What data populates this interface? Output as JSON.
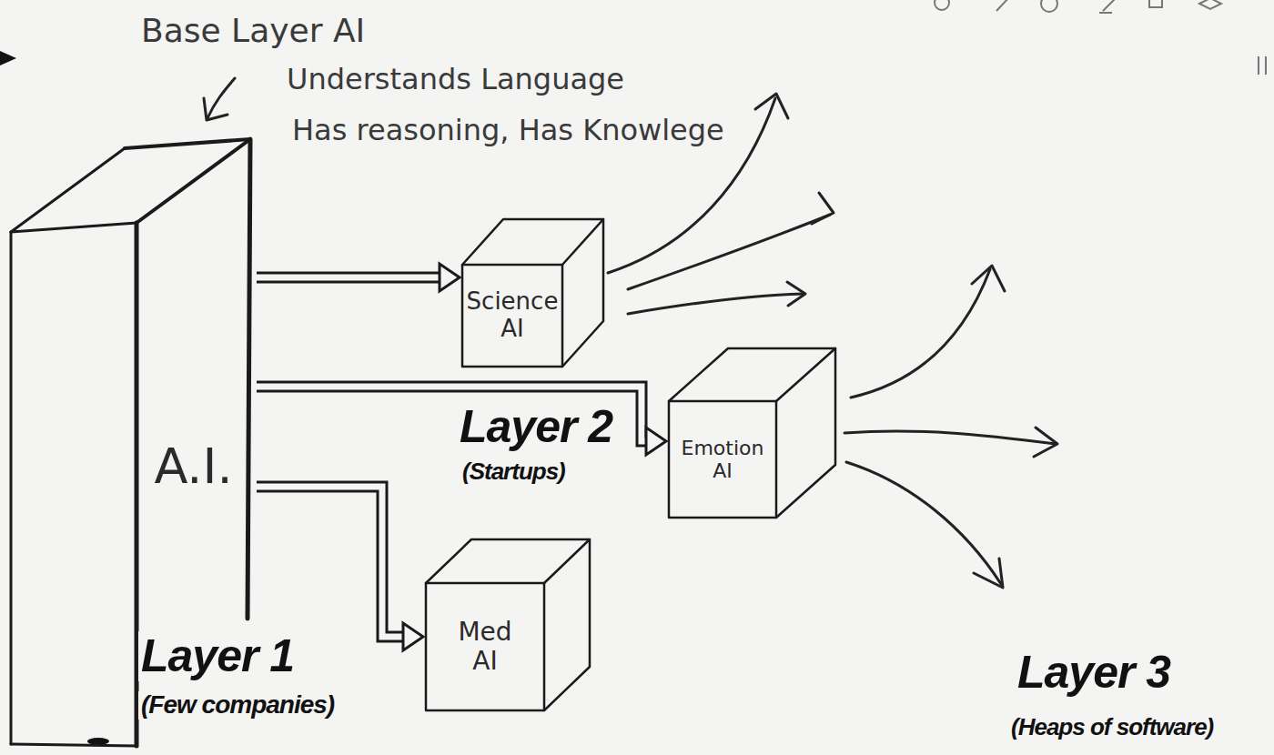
{
  "diagram": {
    "nodes": [
      {
        "text": [
          "A.I."
        ]
      },
      {
        "text": [
          "Science AI"
        ]
      },
      {
        "text": [
          "Emotion AI"
        ]
      },
      {
        "text": [
          "Med AI"
        ]
      }
    ],
    "edges": [
      {
        "from": 0,
        "to": 1,
        "arrow": "to"
      },
      {
        "from": 0,
        "to": 2,
        "arrow": "to"
      },
      {
        "from": 0,
        "to": 3,
        "arrow": "to"
      }
    ],
    "labels": [
      "Base Layer AI",
      "Understands Language",
      "Has reasoning, Has Knowlege",
      "Layer 2",
      "(Startups)",
      "Layer 1",
      "(Few companies)",
      "Layer 3",
      "(Heaps of software)"
    ]
  }
}
